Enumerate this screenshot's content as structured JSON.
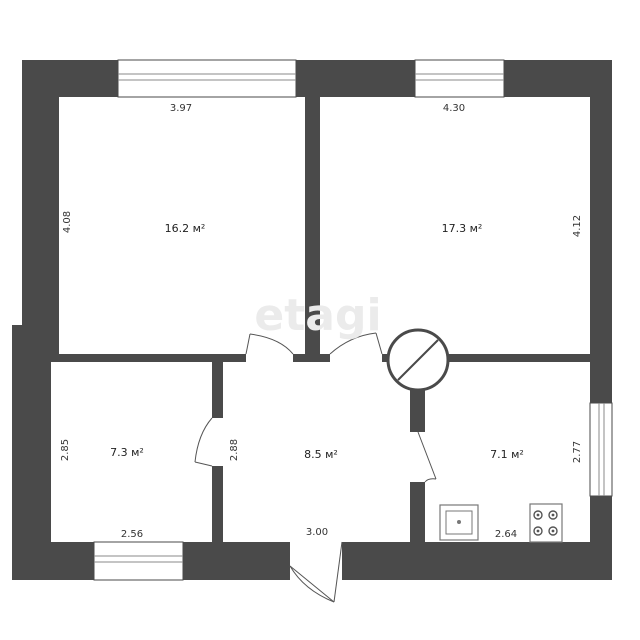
{
  "watermark": "etagi",
  "colors": {
    "wall": "#4a4a4a",
    "floor": "#ffffff",
    "text": "#333333"
  },
  "rooms": [
    {
      "name": "room-top-left",
      "area": "16.2 м²",
      "width_label": "3.97",
      "height_label": "4.08"
    },
    {
      "name": "room-top-right",
      "area": "17.3 м²",
      "width_label": "4.30",
      "height_label": "4.12"
    },
    {
      "name": "room-bottom-left",
      "area": "7.3 м²",
      "width_label": "2.56",
      "height_label": "2.85"
    },
    {
      "name": "hallway",
      "area": "8.5 м²",
      "width_label": "3.00",
      "height_label": "2.88"
    },
    {
      "name": "kitchen",
      "area": "7.1 м²",
      "width_label": "2.64",
      "height_label": "2.77"
    }
  ],
  "fixtures": {
    "sink": "sink-icon",
    "stove": "stove-icon",
    "ventilation": "ventilation-shaft-icon"
  }
}
